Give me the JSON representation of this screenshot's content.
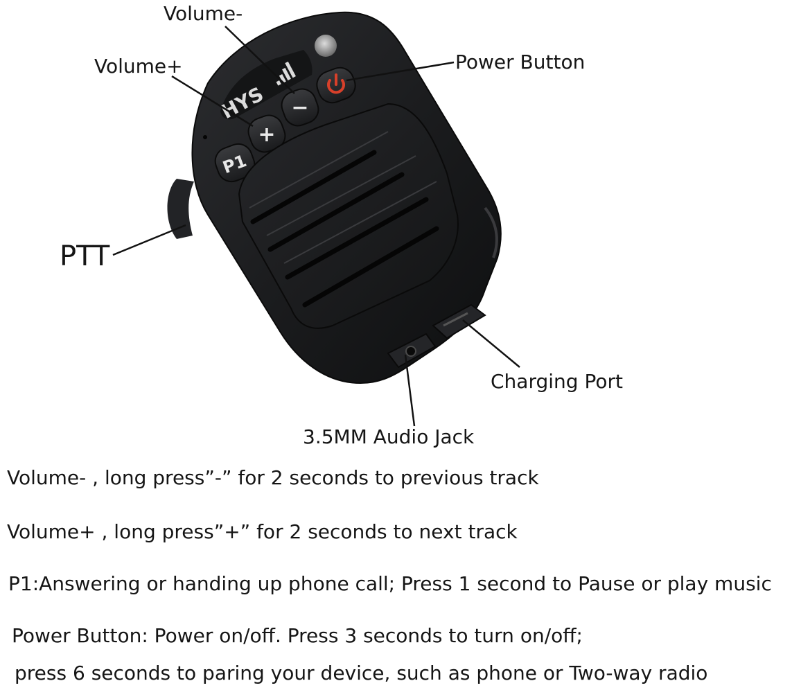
{
  "device": {
    "brand": "HYS",
    "keys": {
      "p1": "P1",
      "plus": "+",
      "minus": "−"
    },
    "colors": {
      "body": "#1a1b1d",
      "power_icon": "#d8402a",
      "key_label": "#e9e9e9"
    },
    "icons": [
      "power-icon",
      "signal-bars-icon",
      "led-indicator"
    ]
  },
  "labels": {
    "volume_minus": "Volume-",
    "volume_plus": "Volume+",
    "power_button": "Power Button",
    "ptt": "PTT",
    "charging_port": "Charging Port",
    "audio_jack": "3.5MM Audio Jack"
  },
  "descriptions": [
    "Volume- , long press”-” for 2 seconds to previous track",
    "Volume+ , long press”+” for 2 seconds to next track",
    "P1:Answering or handing up phone call; Press 1 second to Pause or play music",
    "Power Button: Power on/off. Press 3 seconds to turn on/off;",
    "press 6 seconds to paring your device, such as phone or Two-way radio"
  ]
}
